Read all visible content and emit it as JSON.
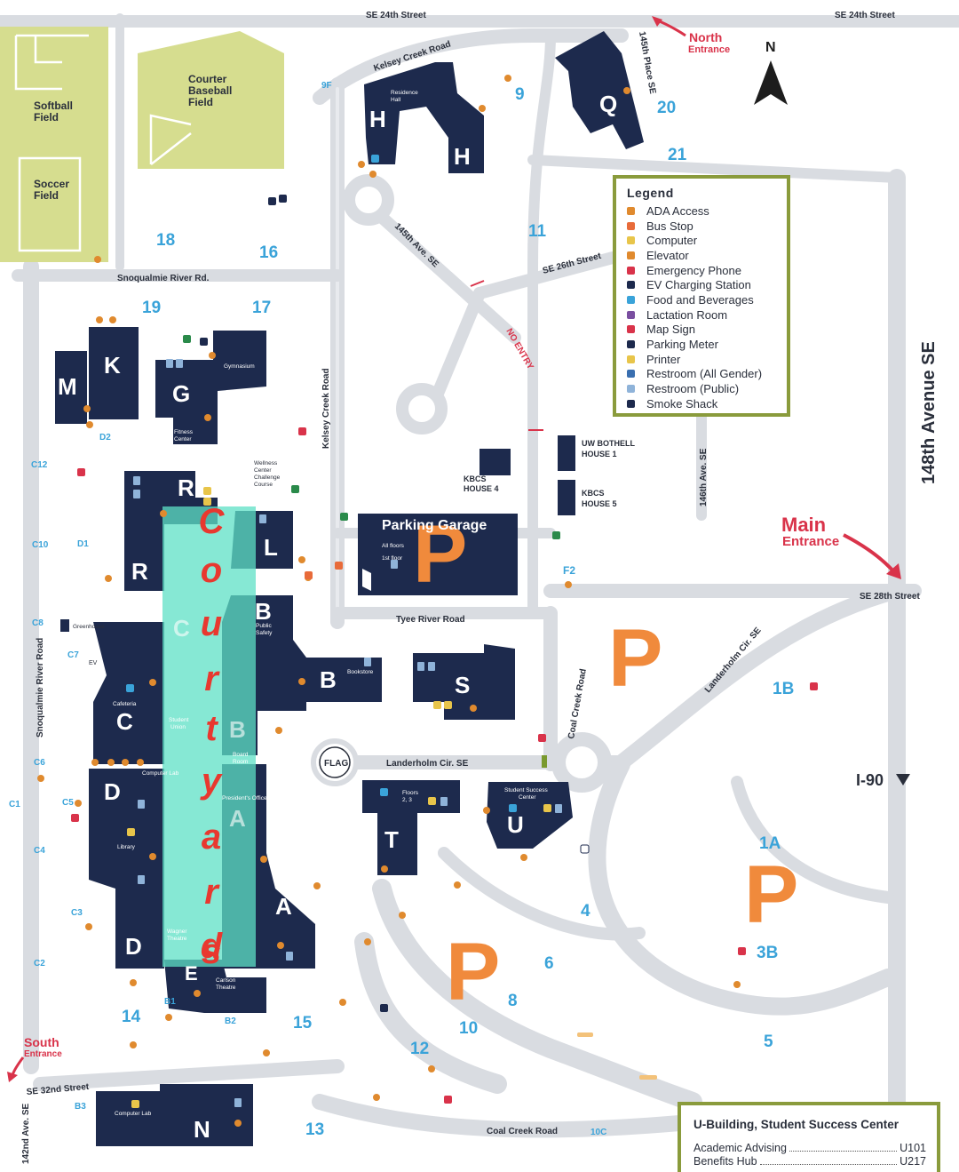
{
  "streets": {
    "se24_left": "SE 24th Street",
    "se24_right": "SE 24th Street",
    "kelsey_creek_road_top": "Kelsey Creek Road",
    "kelsey_creek_road": "Kelsey Creek Road",
    "ave145_pl": "145th Place SE",
    "ave145": "145th Ave. SE",
    "se26": "SE 26th Street",
    "no_entry": "NO ENTRY",
    "ave146": "146th Ave. SE",
    "ave148": "148th Avenue SE",
    "se28": "SE 28th Street",
    "tyee": "Tyee River Road",
    "landerholm_cir": "Landerholm Cir. SE",
    "landerholm_cir_se": "Landerholm Cir. SE",
    "coal_creek_road": "Coal Creek Road",
    "coal_creek_road_bottom": "Coal Creek Road",
    "snoqualmie_river_rd": "Snoqualmie River Rd.",
    "snoqualmie_river_road": "Snoqualmie River Road",
    "se32": "SE 32nd Street",
    "ave142": "142nd Ave. SE",
    "i90": "I-90"
  },
  "entrances": {
    "north_1": "North",
    "north_2": "Entrance",
    "main_1": "Main",
    "main_2": "Entrance",
    "south_1": "South",
    "south_2": "Entrance"
  },
  "compass": "N",
  "fields": {
    "softball_1": "Softball",
    "softball_2": "Field",
    "baseball_1": "Courter",
    "baseball_2": "Baseball",
    "baseball_3": "Field",
    "soccer_1": "Soccer",
    "soccer_2": "Field"
  },
  "buildings": {
    "H1": "H",
    "H2": "H",
    "Q": "Q",
    "K": "K",
    "M": "M",
    "G": "G",
    "R1": "R",
    "R2": "R",
    "L": "L",
    "B1": "B",
    "B2": "B",
    "C1": "C",
    "D1": "D",
    "D2": "D",
    "A": "A",
    "E": "E",
    "S": "S",
    "T": "T",
    "U": "U",
    "N": "N",
    "residence_hall_1": "Residence",
    "residence_hall_2": "Hall",
    "gymnasium": "Gymnasium",
    "fitness_center_1": "Fitness",
    "fitness_center_2": "Center",
    "wellness_1": "Wellness",
    "wellness_2": "Center",
    "wellness_3": "Challenge",
    "wellness_4": "Course",
    "greenhouse": "Greenhouse",
    "public_safety_1": "Public",
    "public_safety_2": "Safety",
    "bookstore": "Bookstore",
    "cafeteria": "Cafeteria",
    "student_union_1": "Student",
    "student_union_2": "Union",
    "board_room_1": "Board",
    "board_room_2": "Room",
    "presidents_office": "President's Office",
    "computer_lab_d": "Computer Lab",
    "library": "Library",
    "wagner_theatre_1": "Wagner",
    "wagner_theatre_2": "Theatre",
    "carlson_theatre_1": "Carlson",
    "carlson_theatre_2": "Theatre",
    "computer_lab_n": "Computer Lab",
    "floors_t_1": "Floors",
    "floors_t_2": "2, 3",
    "ssc_1": "Student Success",
    "ssc_2": "Center",
    "uw_house_1": "UW BOTHELL",
    "uw_house_2": "HOUSE 1",
    "kbcs4_1": "KBCS",
    "kbcs4_2": "HOUSE 4",
    "kbcs5_1": "KBCS",
    "kbcs5_2": "HOUSE 5",
    "parking_garage": "Parking Garage",
    "all_floors": "All floors",
    "first_floor": "1st floor",
    "flag": "FLAG"
  },
  "courtyards": "Courtyards",
  "courtyard_labels": {
    "c": "C",
    "b": "B",
    "a": "A"
  },
  "parking": {
    "lots": [
      "9F",
      "9",
      "20",
      "21",
      "11",
      "18",
      "16",
      "19",
      "17",
      "D2",
      "C12",
      "C10",
      "D1",
      "C8",
      "C7",
      "C6",
      "C5",
      "C1",
      "C4",
      "C3",
      "C2",
      "F2",
      "1B",
      "1A",
      "3B",
      "4",
      "6",
      "8",
      "5",
      "10",
      "12",
      "14",
      "15",
      "13",
      "B1",
      "B2",
      "B3",
      "10C"
    ],
    "p": "P"
  },
  "ev_label": "EV",
  "legend": {
    "title": "Legend",
    "items": [
      {
        "label": "ADA Access",
        "color": "#e08a2e"
      },
      {
        "label": "Bus Stop",
        "color": "#e86b3a"
      },
      {
        "label": "Computer",
        "color": "#e8c54a"
      },
      {
        "label": "Elevator",
        "color": "#e08a2e"
      },
      {
        "label": "Emergency Phone",
        "color": "#d9334a"
      },
      {
        "label": "EV Charging Station",
        "color": "#1d2a4d"
      },
      {
        "label": "Food and Beverages",
        "color": "#3aa3d9"
      },
      {
        "label": "Lactation Room",
        "color": "#7a4fa0"
      },
      {
        "label": "Map Sign",
        "color": "#d9334a"
      },
      {
        "label": "Parking Meter",
        "color": "#1d2a4d"
      },
      {
        "label": "Printer",
        "color": "#e8c54a"
      },
      {
        "label": "Restroom (All Gender)",
        "color": "#3a6fb0"
      },
      {
        "label": "Restroom (Public)",
        "color": "#8fb3d9"
      },
      {
        "label": "Smoke Shack",
        "color": "#1d2a4d"
      }
    ]
  },
  "offices": {
    "title": "U-Building, Student Success Center",
    "rows": [
      {
        "name": "Academic Advising",
        "room": "U101"
      },
      {
        "name": "Benefits Hub",
        "room": "U217"
      }
    ]
  },
  "colors": {
    "building": "#1d2a4d",
    "parking_number": "#3aa3d9",
    "parking_p": "#f08a3c",
    "field": "#d6dd8f",
    "road": "#d9dce1",
    "courtyard_overlay": "#5de0c6",
    "courtyard_text": "#e8382f",
    "entrance_red": "#d9334a",
    "legend_border": "#8a9b3c"
  }
}
